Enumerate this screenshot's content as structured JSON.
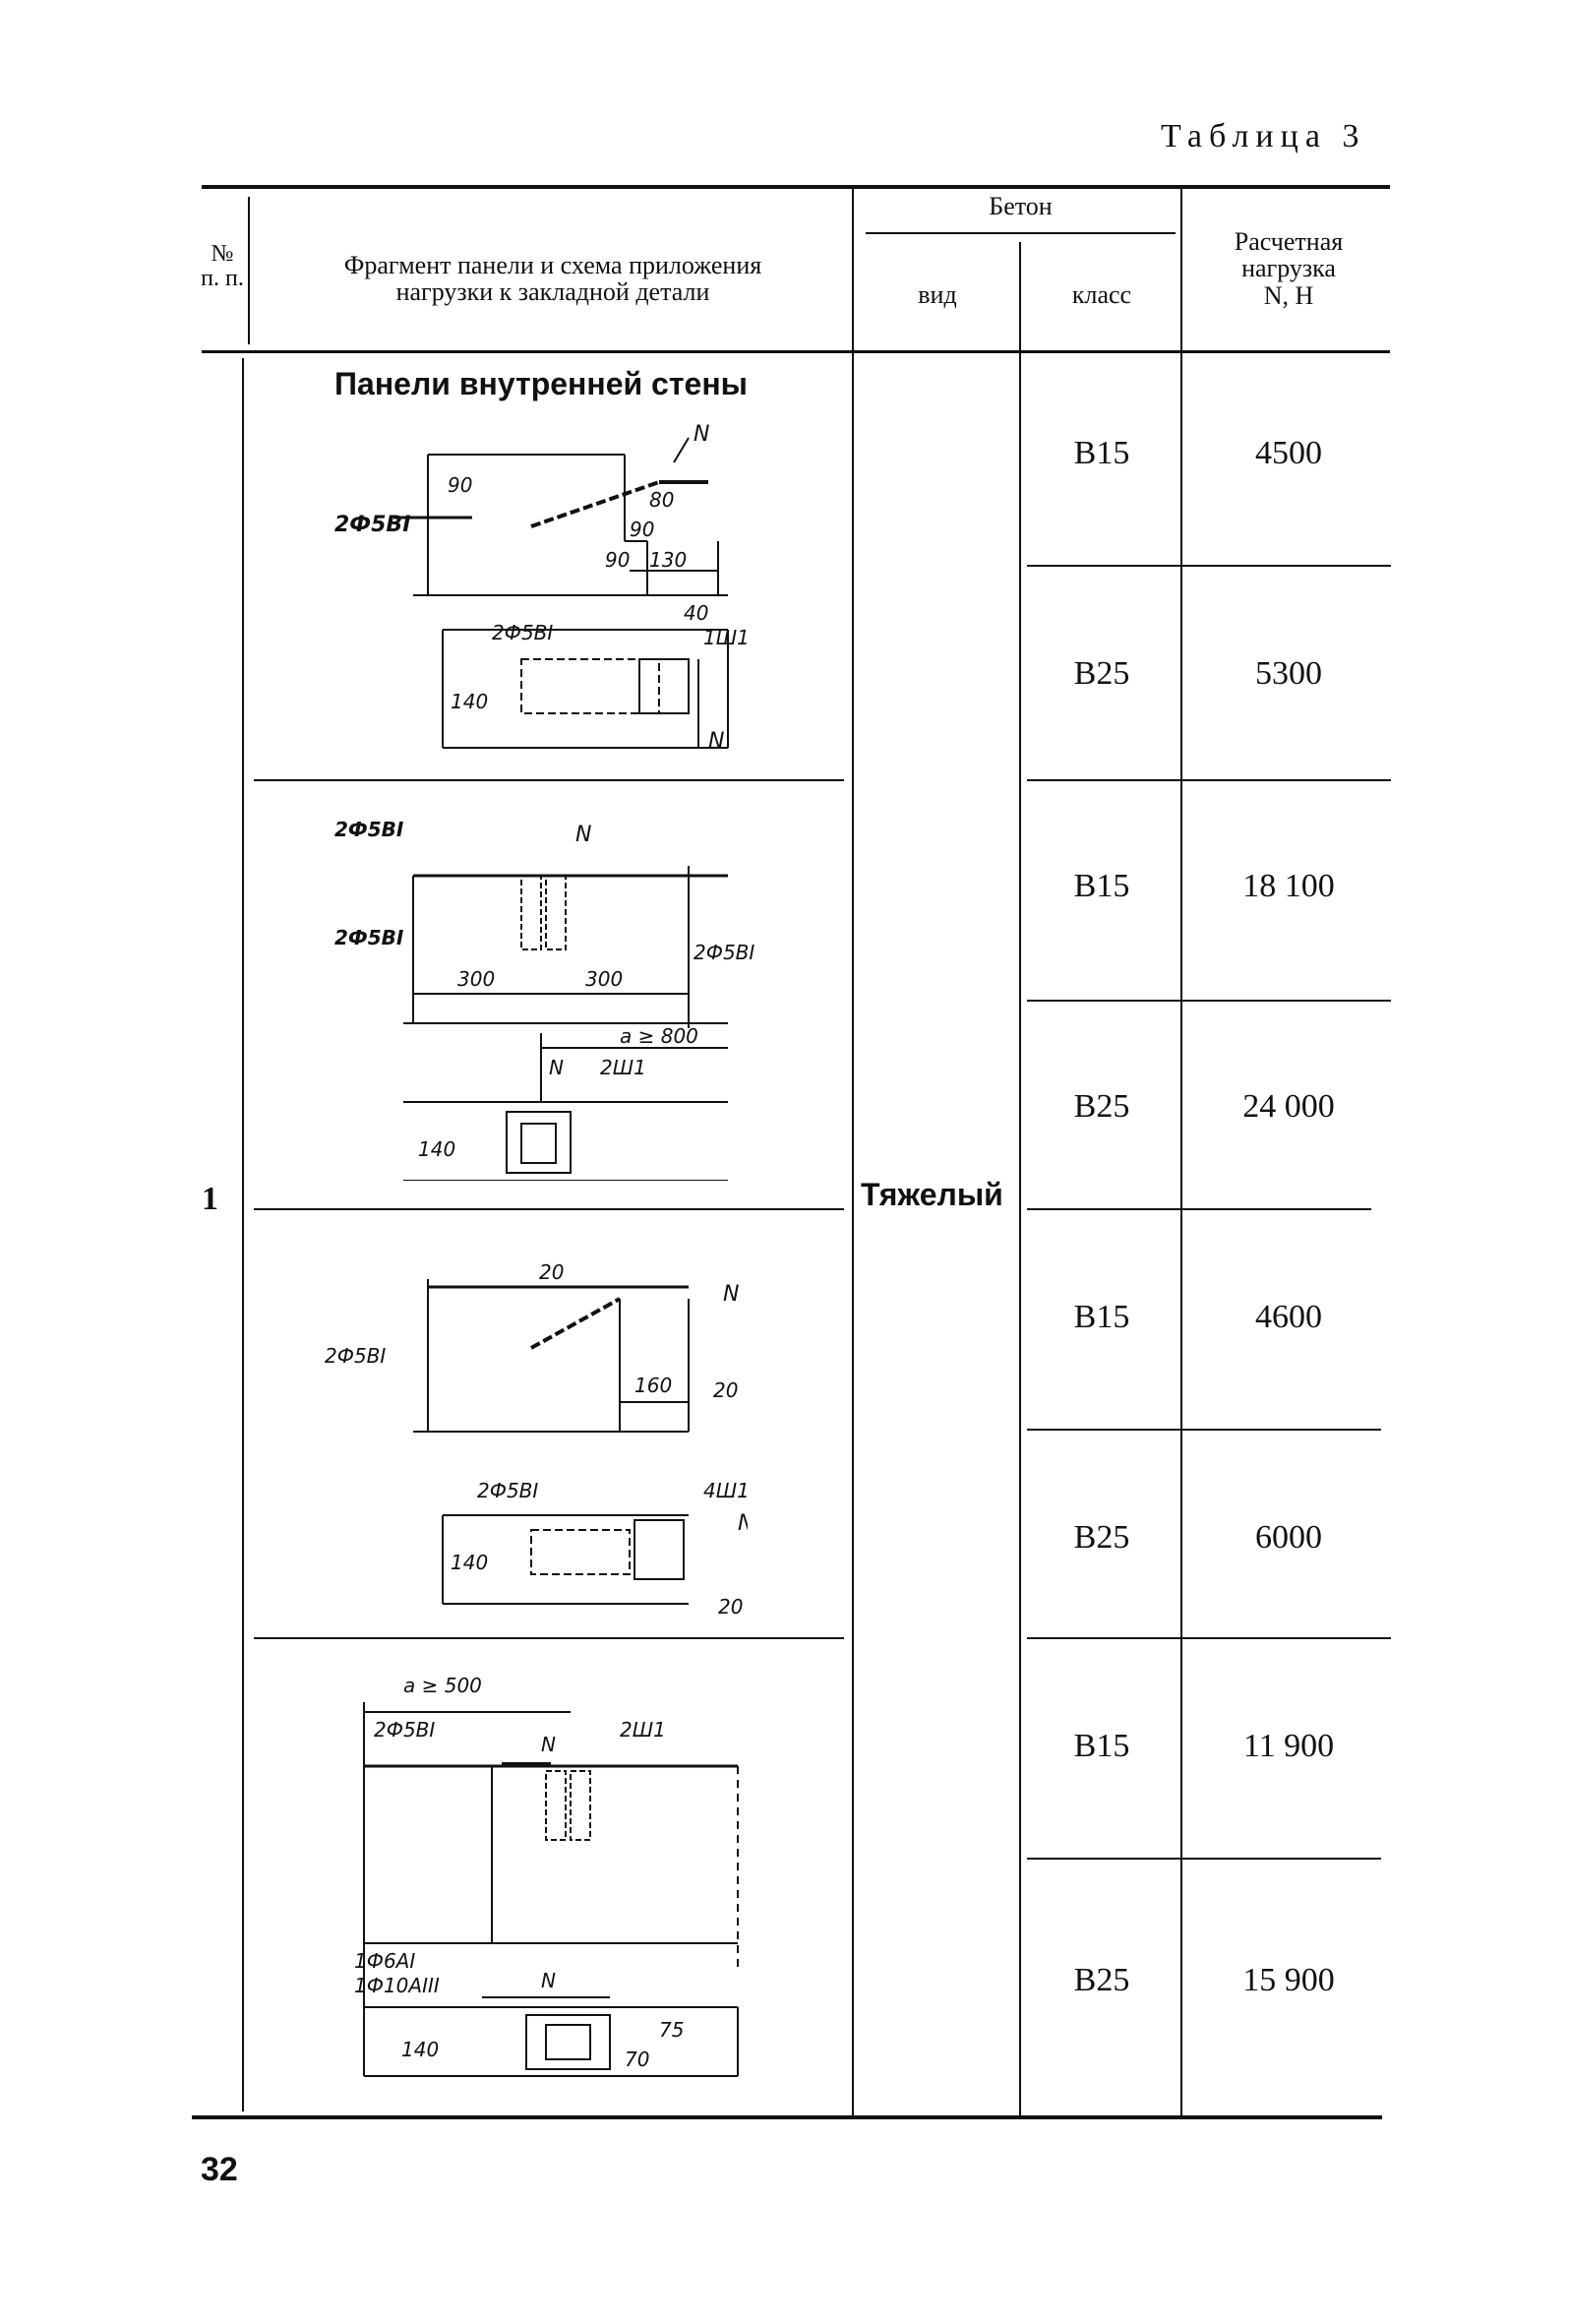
{
  "table_caption": "Таблица 3",
  "header": {
    "num_label_1": "№",
    "num_label_2": "п. п.",
    "fragment_line1": "Фрагмент панели и схема приложения",
    "fragment_line2": "нагрузки к закладной детали",
    "concrete": "Бетон",
    "kind": "вид",
    "class": "класс",
    "load_line1": "Расчетная",
    "load_line2": "нагрузка",
    "load_line3": "N, Н"
  },
  "section_title": "Панели внутренней стены",
  "row_number": "1",
  "concrete_type": "Тяжелый",
  "rows": [
    {
      "class": "B15",
      "load": "4500"
    },
    {
      "class": "B25",
      "load": "5300"
    },
    {
      "class": "B15",
      "load": "18 100"
    },
    {
      "class": "B25",
      "load": "24 000"
    },
    {
      "class": "B15",
      "load": "4600"
    },
    {
      "class": "B25",
      "load": "6000"
    },
    {
      "class": "B15",
      "load": "11 900"
    },
    {
      "class": "B25",
      "load": "15 900"
    }
  ],
  "drawings": {
    "d1": {
      "rebar_left": "2Ф5ВI",
      "dim_a": "90",
      "dim_b": "80",
      "dim_c": "90",
      "dim_d": "90",
      "dim_e": "130",
      "load": "N",
      "rebar_plan": "2Ф5ВI",
      "dim_f": "40",
      "anchor": "1Ш1",
      "dim_g": "140",
      "load_plan": "N"
    },
    "d2": {
      "rebar_top": "2Ф5ВI",
      "load": "N",
      "rebar_left": "2Ф5ВI",
      "rebar_right": "2Ф5ВI",
      "dim_a": "300",
      "dim_b": "300",
      "dim_c": "a ≥ 800",
      "load_plan": "N",
      "anchor": "2Ш1",
      "dim_d": "140"
    },
    "d3": {
      "dim_a": "20",
      "load": "N",
      "rebar_left": "2Ф5ВI",
      "dim_b": "160",
      "dim_c": "20",
      "rebar_plan": "2Ф5ВI",
      "anchor": "4Ш1",
      "load_plan": "N",
      "dim_d": "140",
      "dim_e": "20"
    },
    "d4": {
      "dim_a": "a ≥ 500",
      "rebar_top": "2Ф5ВI",
      "load": "N",
      "anchor": "2Ш1",
      "rebar_b1": "1Ф6АI",
      "rebar_b2": "1Ф10АIII",
      "load_plan": "N",
      "dim_b": "140",
      "dim_c": "70",
      "dim_d": "75"
    }
  },
  "page_number": "32"
}
